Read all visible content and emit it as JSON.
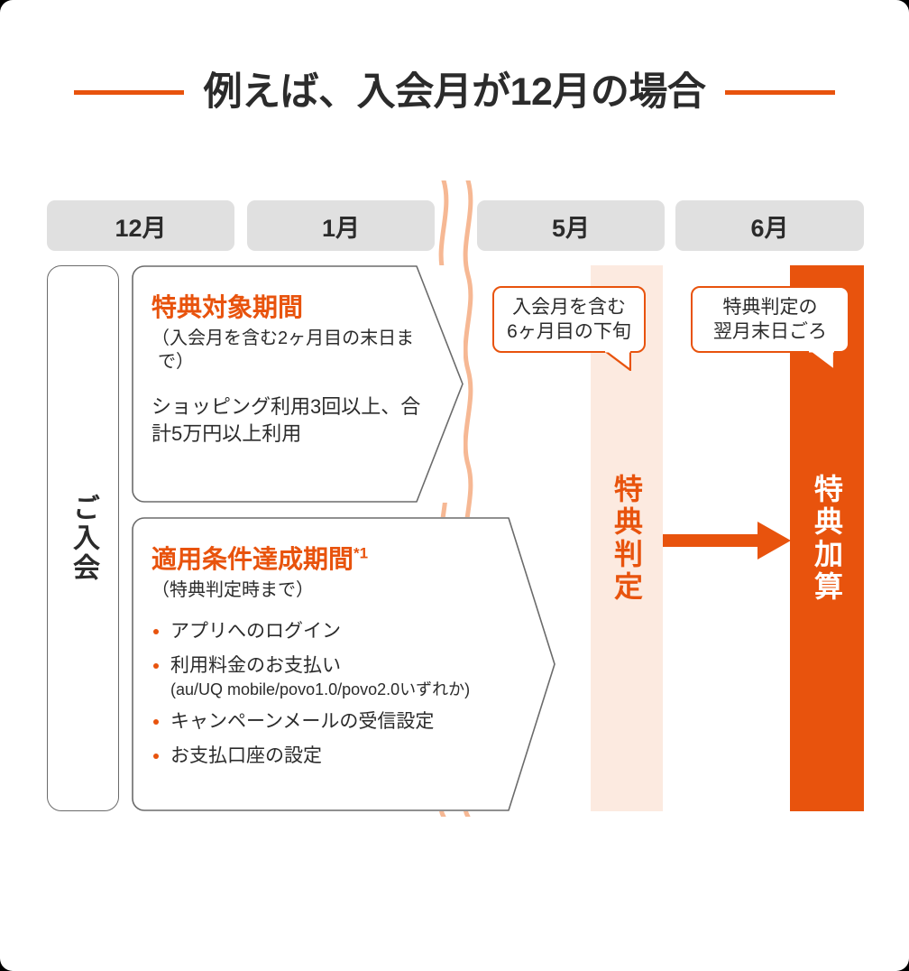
{
  "page": {
    "title": "例えば、入会月が12月の場合",
    "background_color": "#ffffff",
    "accent_color": "#e8530d",
    "accent_light_color": "#fceae0",
    "chip_color": "#e0e0e0",
    "text_color": "#2b2b2b"
  },
  "timeline": {
    "months": [
      {
        "label": "12月"
      },
      {
        "label": "1月"
      },
      {
        "label": "5月"
      },
      {
        "label": "6月"
      }
    ],
    "break_marker": "wavy-break-icon"
  },
  "join_column": {
    "label": "ご入会"
  },
  "cards": [
    {
      "id": "benefit-period",
      "heading": "特典対象期間",
      "heading_sup": "",
      "sub": "（入会月を含む2ヶ月目の末日まで）",
      "note": "ショッピング利用3回以上、合計5万円以上利用",
      "bullets": []
    },
    {
      "id": "condition-period",
      "heading": "適用条件達成期間",
      "heading_sup": "*1",
      "sub": "（特典判定時まで）",
      "note": "",
      "bullets": [
        {
          "text": "アプリへのログイン",
          "sub": ""
        },
        {
          "text": "利用料金のお支払い",
          "sub": "(au/UQ mobile/povo1.0/povo2.0いずれか)"
        },
        {
          "text": "キャンペーンメールの受信設定",
          "sub": ""
        },
        {
          "text": "お支払口座の設定",
          "sub": ""
        }
      ]
    }
  ],
  "stages": [
    {
      "id": "judge",
      "label": "特典判定",
      "background_color": "#fceae0",
      "text_color": "#e8530d"
    },
    {
      "id": "award",
      "label": "特典加算",
      "background_color": "#e8530d",
      "text_color": "#ffffff"
    }
  ],
  "arrow": {
    "name": "right-arrow-icon",
    "color": "#e8530d"
  },
  "callouts": [
    {
      "id": "judge-timing",
      "line1": "入会月を含む",
      "line2": "6ヶ月目の下旬"
    },
    {
      "id": "award-timing",
      "line1": "特典判定の",
      "line2": "翌月末日ごろ"
    }
  ]
}
